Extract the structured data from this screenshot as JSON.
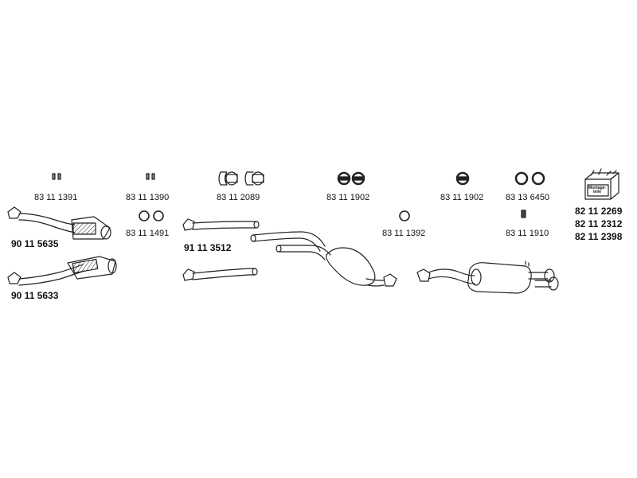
{
  "parts": {
    "p1": "83 11 1391",
    "p2": "83 11 1390",
    "p3": "83 11 2089",
    "p4": "83 11 1902",
    "p5": "83 11 1902",
    "p6": "83 13 6450",
    "p7": "83 11 1491",
    "p8": "83 11 1392",
    "p9": "83 11 1910",
    "p10": "90 11 5635",
    "p11": "90 11 5633",
    "p12": "91 11 3512",
    "p13": "82 11 2269",
    "p14": "82 11 2312",
    "p15": "82 11 2398"
  },
  "kit_box_label": "Montage-\nteile"
}
